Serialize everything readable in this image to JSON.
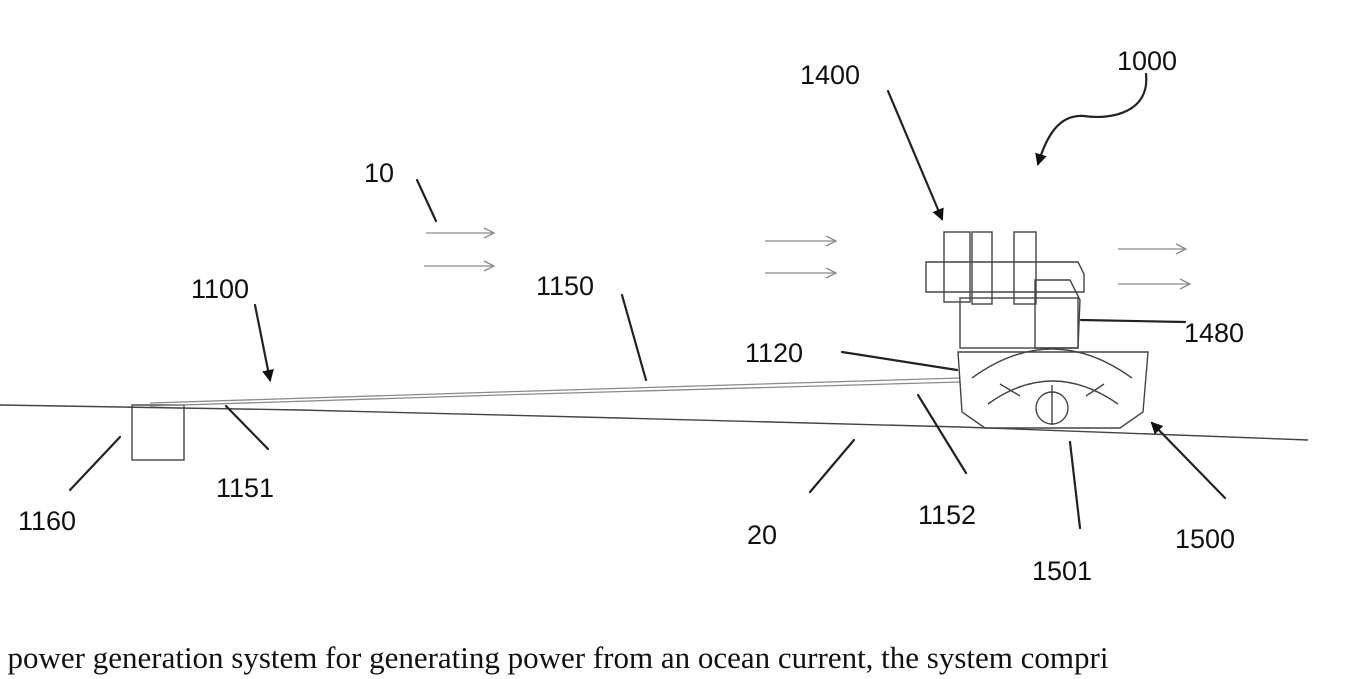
{
  "figure": {
    "labels": {
      "l1000": "1000",
      "l1400": "1400",
      "l10": "10",
      "l1100": "1100",
      "l1150": "1150",
      "l1120": "1120",
      "l1480": "1480",
      "l1160": "1160",
      "l1151": "1151",
      "l20": "20",
      "l1152": "1152",
      "l1501": "1501",
      "l1500": "1500"
    }
  },
  "caption": "e power generation system for generating power from an ocean current, the system compri"
}
